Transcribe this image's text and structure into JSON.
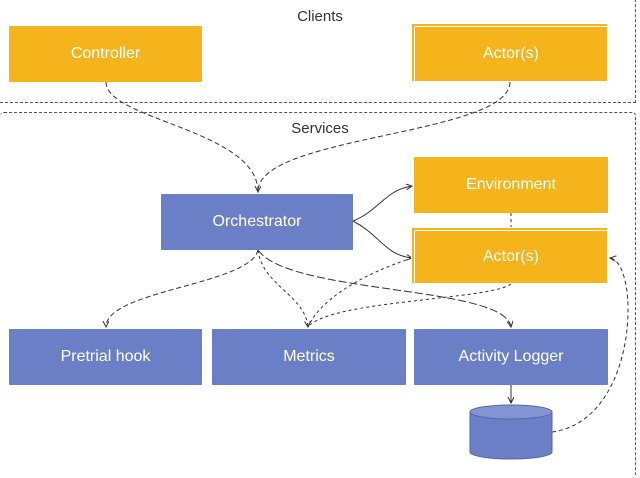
{
  "clients": {
    "title": "Clients",
    "controller": "Controller",
    "actors": "Actor(s)"
  },
  "services": {
    "title": "Services",
    "orchestrator": "Orchestrator",
    "environment": "Environment",
    "actors": "Actor(s)",
    "pretrial_hook": "Pretrial hook",
    "metrics": "Metrics",
    "activity_logger": "Activity Logger"
  },
  "colors": {
    "client_box": "#f5b41c",
    "service_box": "#6b7fc6",
    "connector": "#333333",
    "database": "#6b7fc6"
  }
}
